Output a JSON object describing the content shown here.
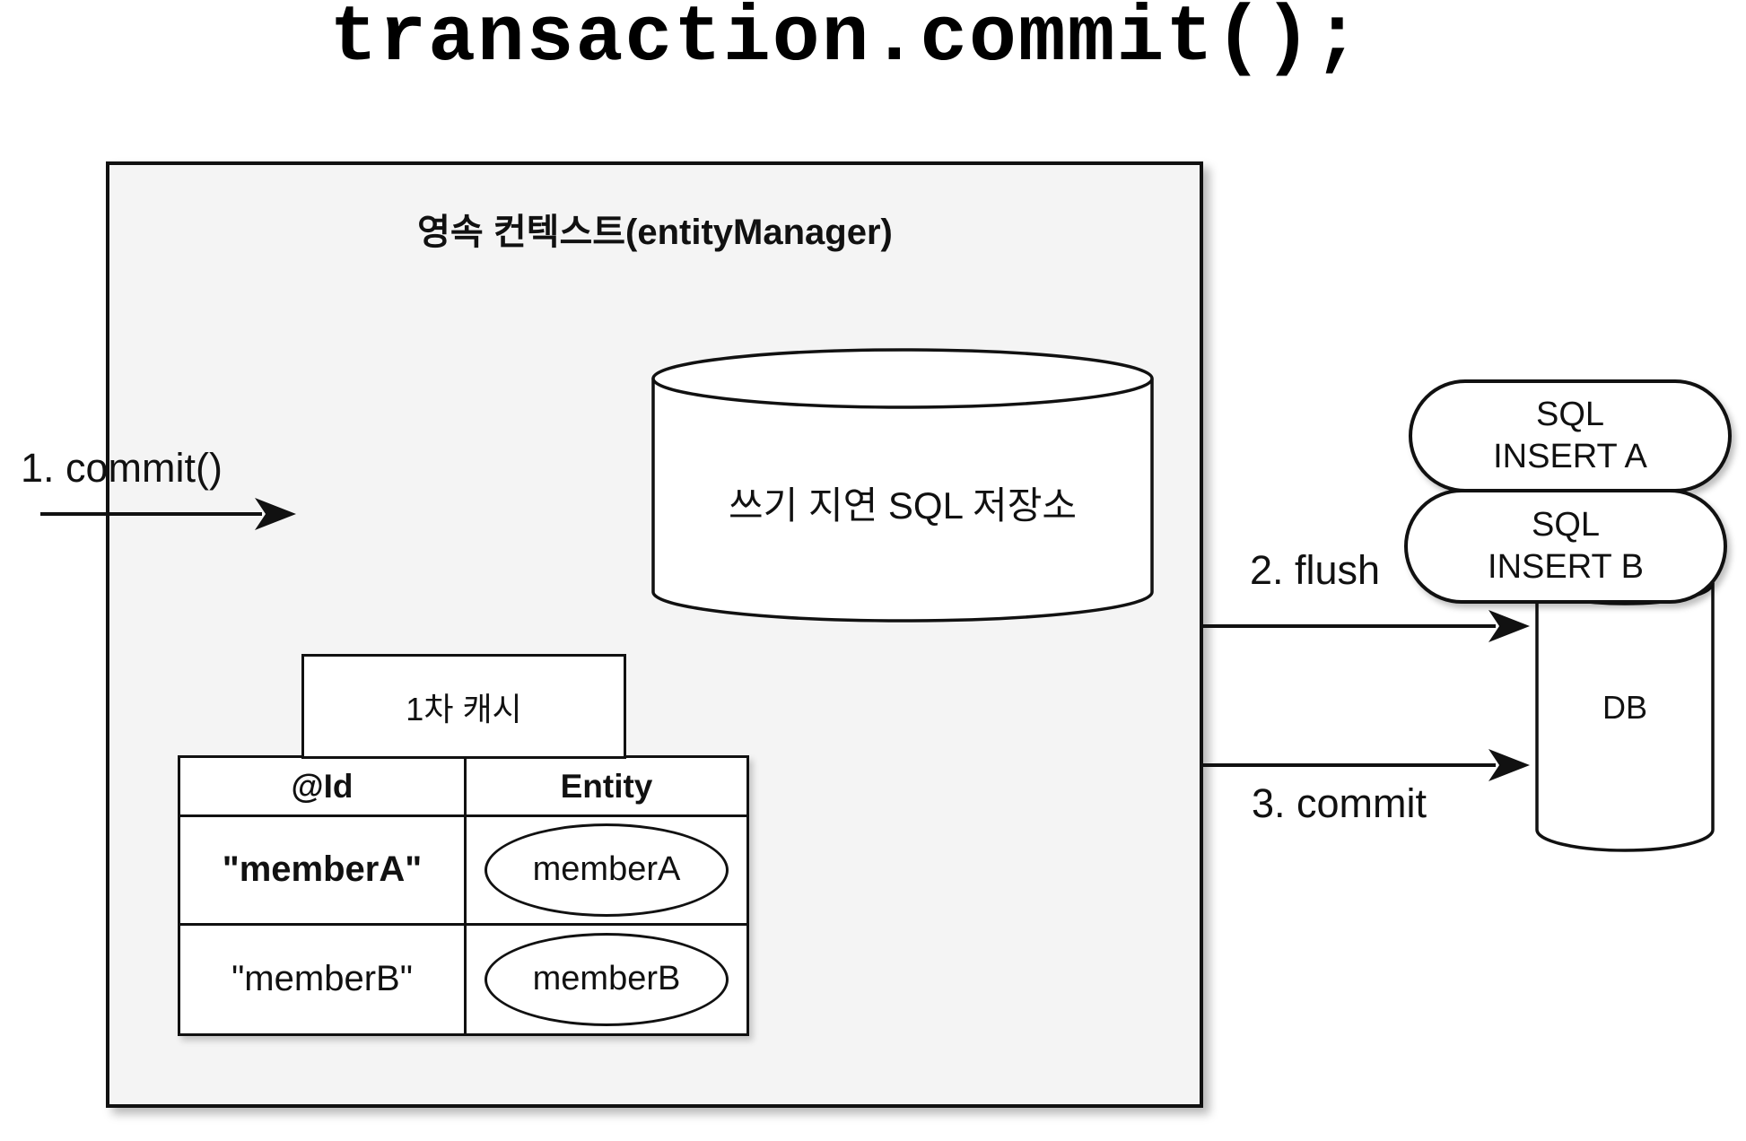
{
  "title": "transaction.commit();",
  "persistence_context": {
    "label": "영속 컨텍스트(entityManager)"
  },
  "write_behind_store": {
    "label": "쓰기 지연 SQL 저장소"
  },
  "first_level_cache": {
    "tab_label": "1차 캐시",
    "columns": [
      "@Id",
      "Entity"
    ],
    "rows": [
      {
        "id": "\"memberA\"",
        "entity": "memberA"
      },
      {
        "id": "\"memberB\"",
        "entity": "memberB"
      }
    ]
  },
  "arrows": {
    "commit_in": {
      "label": "1. commit()"
    },
    "flush": {
      "label": "2. flush"
    },
    "commit_db": {
      "label": "3. commit"
    }
  },
  "sql_statements": [
    {
      "lines": [
        "SQL",
        "INSERT A"
      ]
    },
    {
      "lines": [
        "SQL",
        "INSERT B"
      ]
    }
  ],
  "db": {
    "label": "DB"
  },
  "colors": {
    "background": "#ffffff",
    "context_box_fill": "#f4f4f4",
    "stroke": "#111111",
    "shape_fill": "#ffffff"
  }
}
